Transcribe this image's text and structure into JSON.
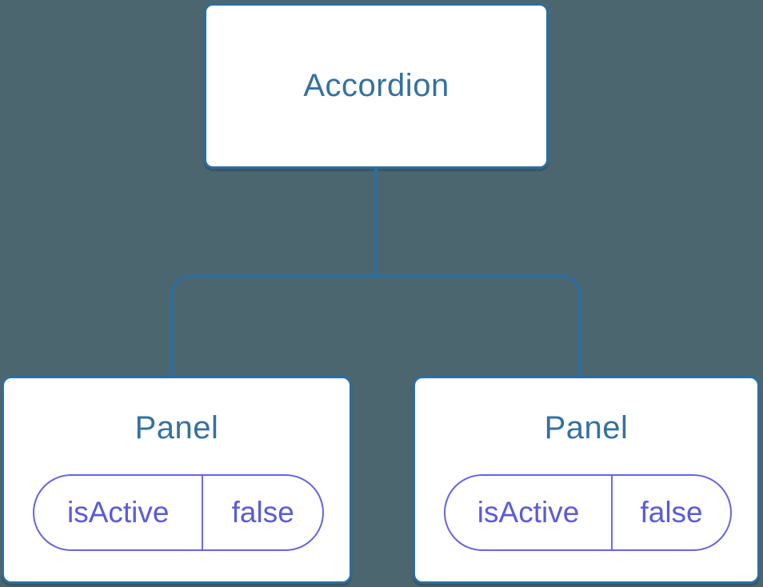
{
  "diagram": {
    "root_label": "Accordion",
    "panels": [
      {
        "label": "Panel",
        "state_key": "isActive",
        "state_value": "false"
      },
      {
        "label": "Panel",
        "state_key": "isActive",
        "state_value": "false"
      }
    ],
    "colors": {
      "background": "#4C6670",
      "connector": "#2E6E9D",
      "node_border": "#2E6E9D",
      "node_fill": "#FFFFFF",
      "node_text": "#35719E",
      "state_text": "#5B5BD6",
      "state_border": "#6565DF"
    }
  }
}
